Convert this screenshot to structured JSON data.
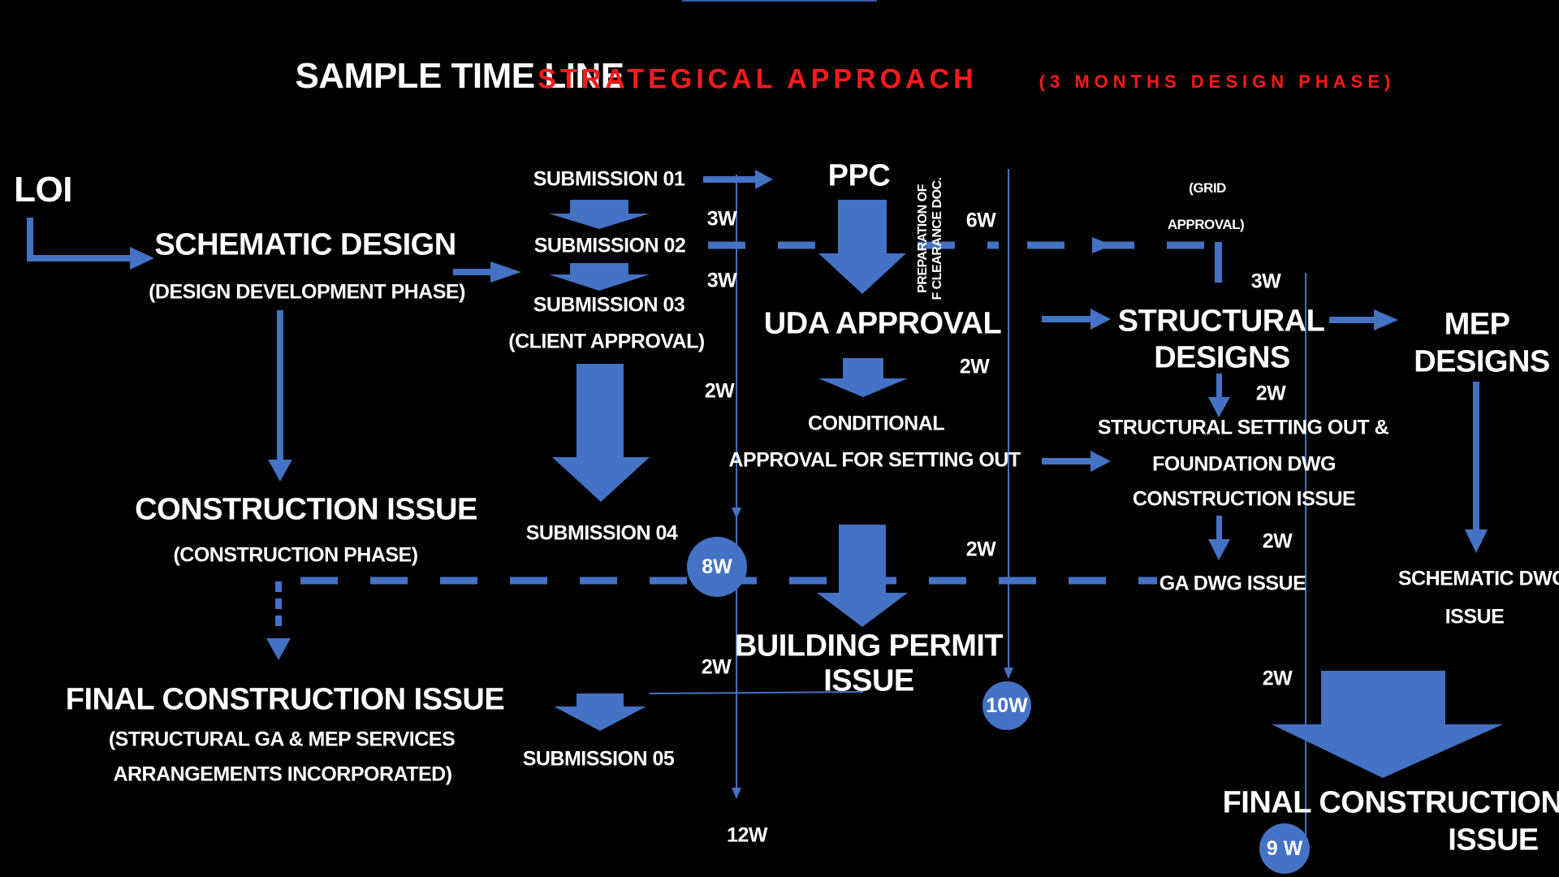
{
  "title": {
    "main": "SAMPLE TIME LINE",
    "subtitle_main": "STRATEGICAL APPROACH",
    "subtitle_note": "(3 MONTHS DESIGN PHASE)"
  },
  "nodes": {
    "loi": "LOI",
    "schematic_design": "SCHEMATIC DESIGN",
    "design_development_phase": "(DESIGN DEVELOPMENT PHASE)",
    "construction_issue": "CONSTRUCTION ISSUE",
    "construction_phase": "(CONSTRUCTION PHASE)",
    "final_construction_issue": "FINAL CONSTRUCTION ISSUE",
    "final_construction_note_1": "(STRUCTURAL GA & MEP SERVICES",
    "final_construction_note_2": "ARRANGEMENTS INCORPORATED)",
    "submission_01": "SUBMISSION 01",
    "submission_02": "SUBMISSION 02",
    "submission_03": "SUBMISSION 03",
    "client_approval": "(CLIENT APPROVAL)",
    "submission_04": "SUBMISSION 04",
    "submission_05": "SUBMISSION 05",
    "ppc": "PPC",
    "preparation_doc_1": "PREPARATION OF",
    "preparation_doc_2": "F CLEARANCE DOC.",
    "uda_approval": "UDA APPROVAL",
    "conditional_1": "CONDITIONAL",
    "conditional_2": "APPROVAL FOR SETTING OUT",
    "building_permit_1": "BUILDING PERMIT",
    "building_permit_2": "ISSUE",
    "grid_approval_1": "(GRID",
    "grid_approval_2": "APPROVAL)",
    "structural_designs_1": "STRUCTURAL",
    "structural_designs_2": "DESIGNS",
    "structural_setting_1": "STRUCTURAL SETTING OUT &",
    "structural_setting_2": "FOUNDATION DWG",
    "structural_setting_3": "CONSTRUCTION ISSUE",
    "ga_dwg_issue": "GA DWG ISSUE",
    "mep_designs_1": "MEP",
    "mep_designs_2": "DESIGNS",
    "schematic_dwg_1": "SCHEMATIC DWG",
    "schematic_dwg_2": "ISSUE",
    "final_construction_issue_right_1": "FINAL CONSTRUCTION",
    "final_construction_issue_right_2": "ISSUE"
  },
  "durations": {
    "d_3w_a": "3W",
    "d_3w_b": "3W",
    "d_2w_a": "2W",
    "d_2w_b": "2W",
    "d_12w": "12W",
    "d_6w": "6W",
    "d_2w_c": "2W",
    "d_2w_d": "2W",
    "d_3w_c": "3W",
    "d_2w_e": "2W",
    "d_2w_f": "2W",
    "d_2w_g": "2W"
  },
  "badges": {
    "b_8w": "8W",
    "b_10w": "10W",
    "b_9w": "9 W"
  },
  "colors": {
    "background": "#000000",
    "accent_blue": "#4472c4",
    "text": "#ffffff",
    "subtitle_red": "#ff1a1a"
  }
}
